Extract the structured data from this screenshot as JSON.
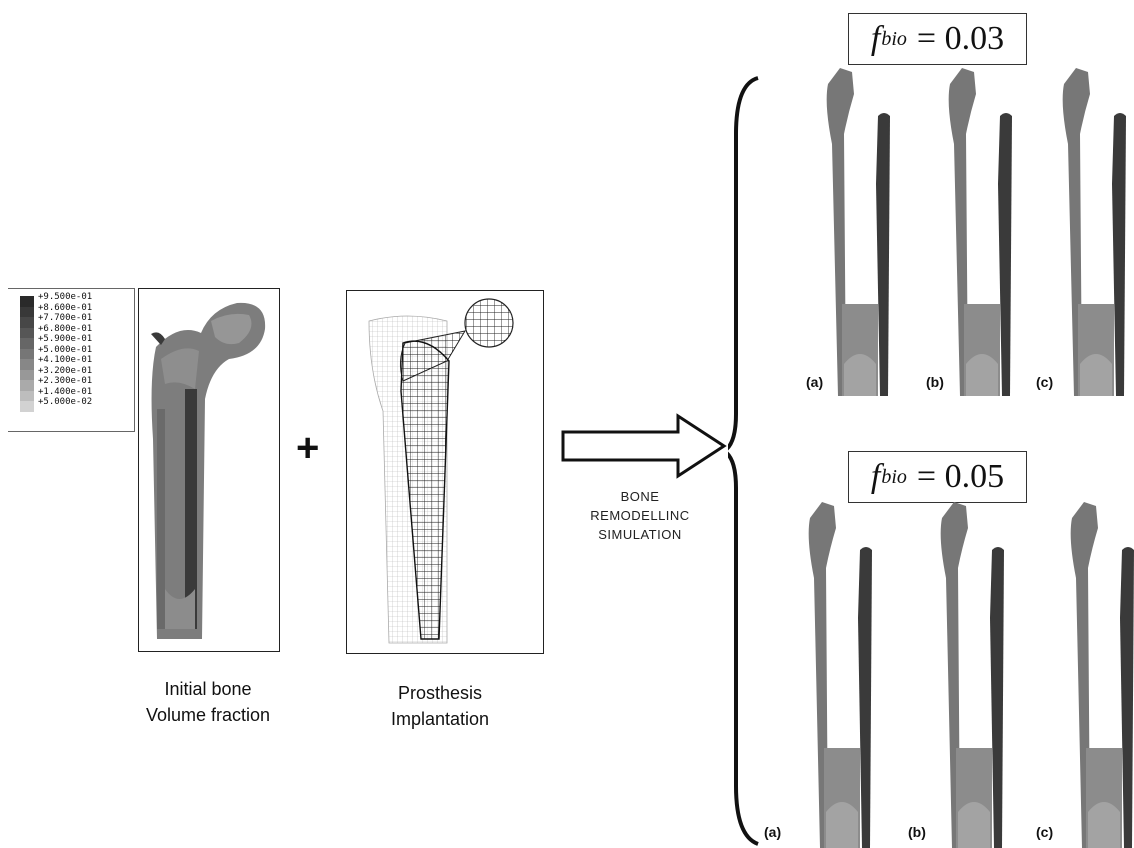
{
  "legend": {
    "labels": [
      "+9.500e-01",
      "+8.600e-01",
      "+7.700e-01",
      "+6.800e-01",
      "+5.900e-01",
      "+5.000e-01",
      "+4.100e-01",
      "+3.200e-01",
      "+2.300e-01",
      "+1.400e-01",
      "+5.000e-02"
    ],
    "colors": [
      "#2a2a2a",
      "#383838",
      "#474747",
      "#565656",
      "#666666",
      "#767676",
      "#878787",
      "#989898",
      "#aaaaaa",
      "#bdbdbd",
      "#d2d2d2"
    ]
  },
  "plus_sign": "+",
  "captions": {
    "initial_bone": [
      "Initial bone",
      "Volume fraction"
    ],
    "prosthesis": [
      "Prosthesis",
      "Implantation"
    ]
  },
  "simulation_label": [
    "BONE",
    "REMODELLINC",
    "SIMULATION"
  ],
  "groups": [
    {
      "f_symbol": "f",
      "f_subscript": "bio",
      "f_rest": "= 0.03",
      "tags": [
        "(a)",
        "(b)",
        "(c)"
      ]
    },
    {
      "f_symbol": "f",
      "f_subscript": "bio",
      "f_rest": "= 0.05",
      "tags": [
        "(a)",
        "(b)",
        "(c)"
      ]
    }
  ]
}
